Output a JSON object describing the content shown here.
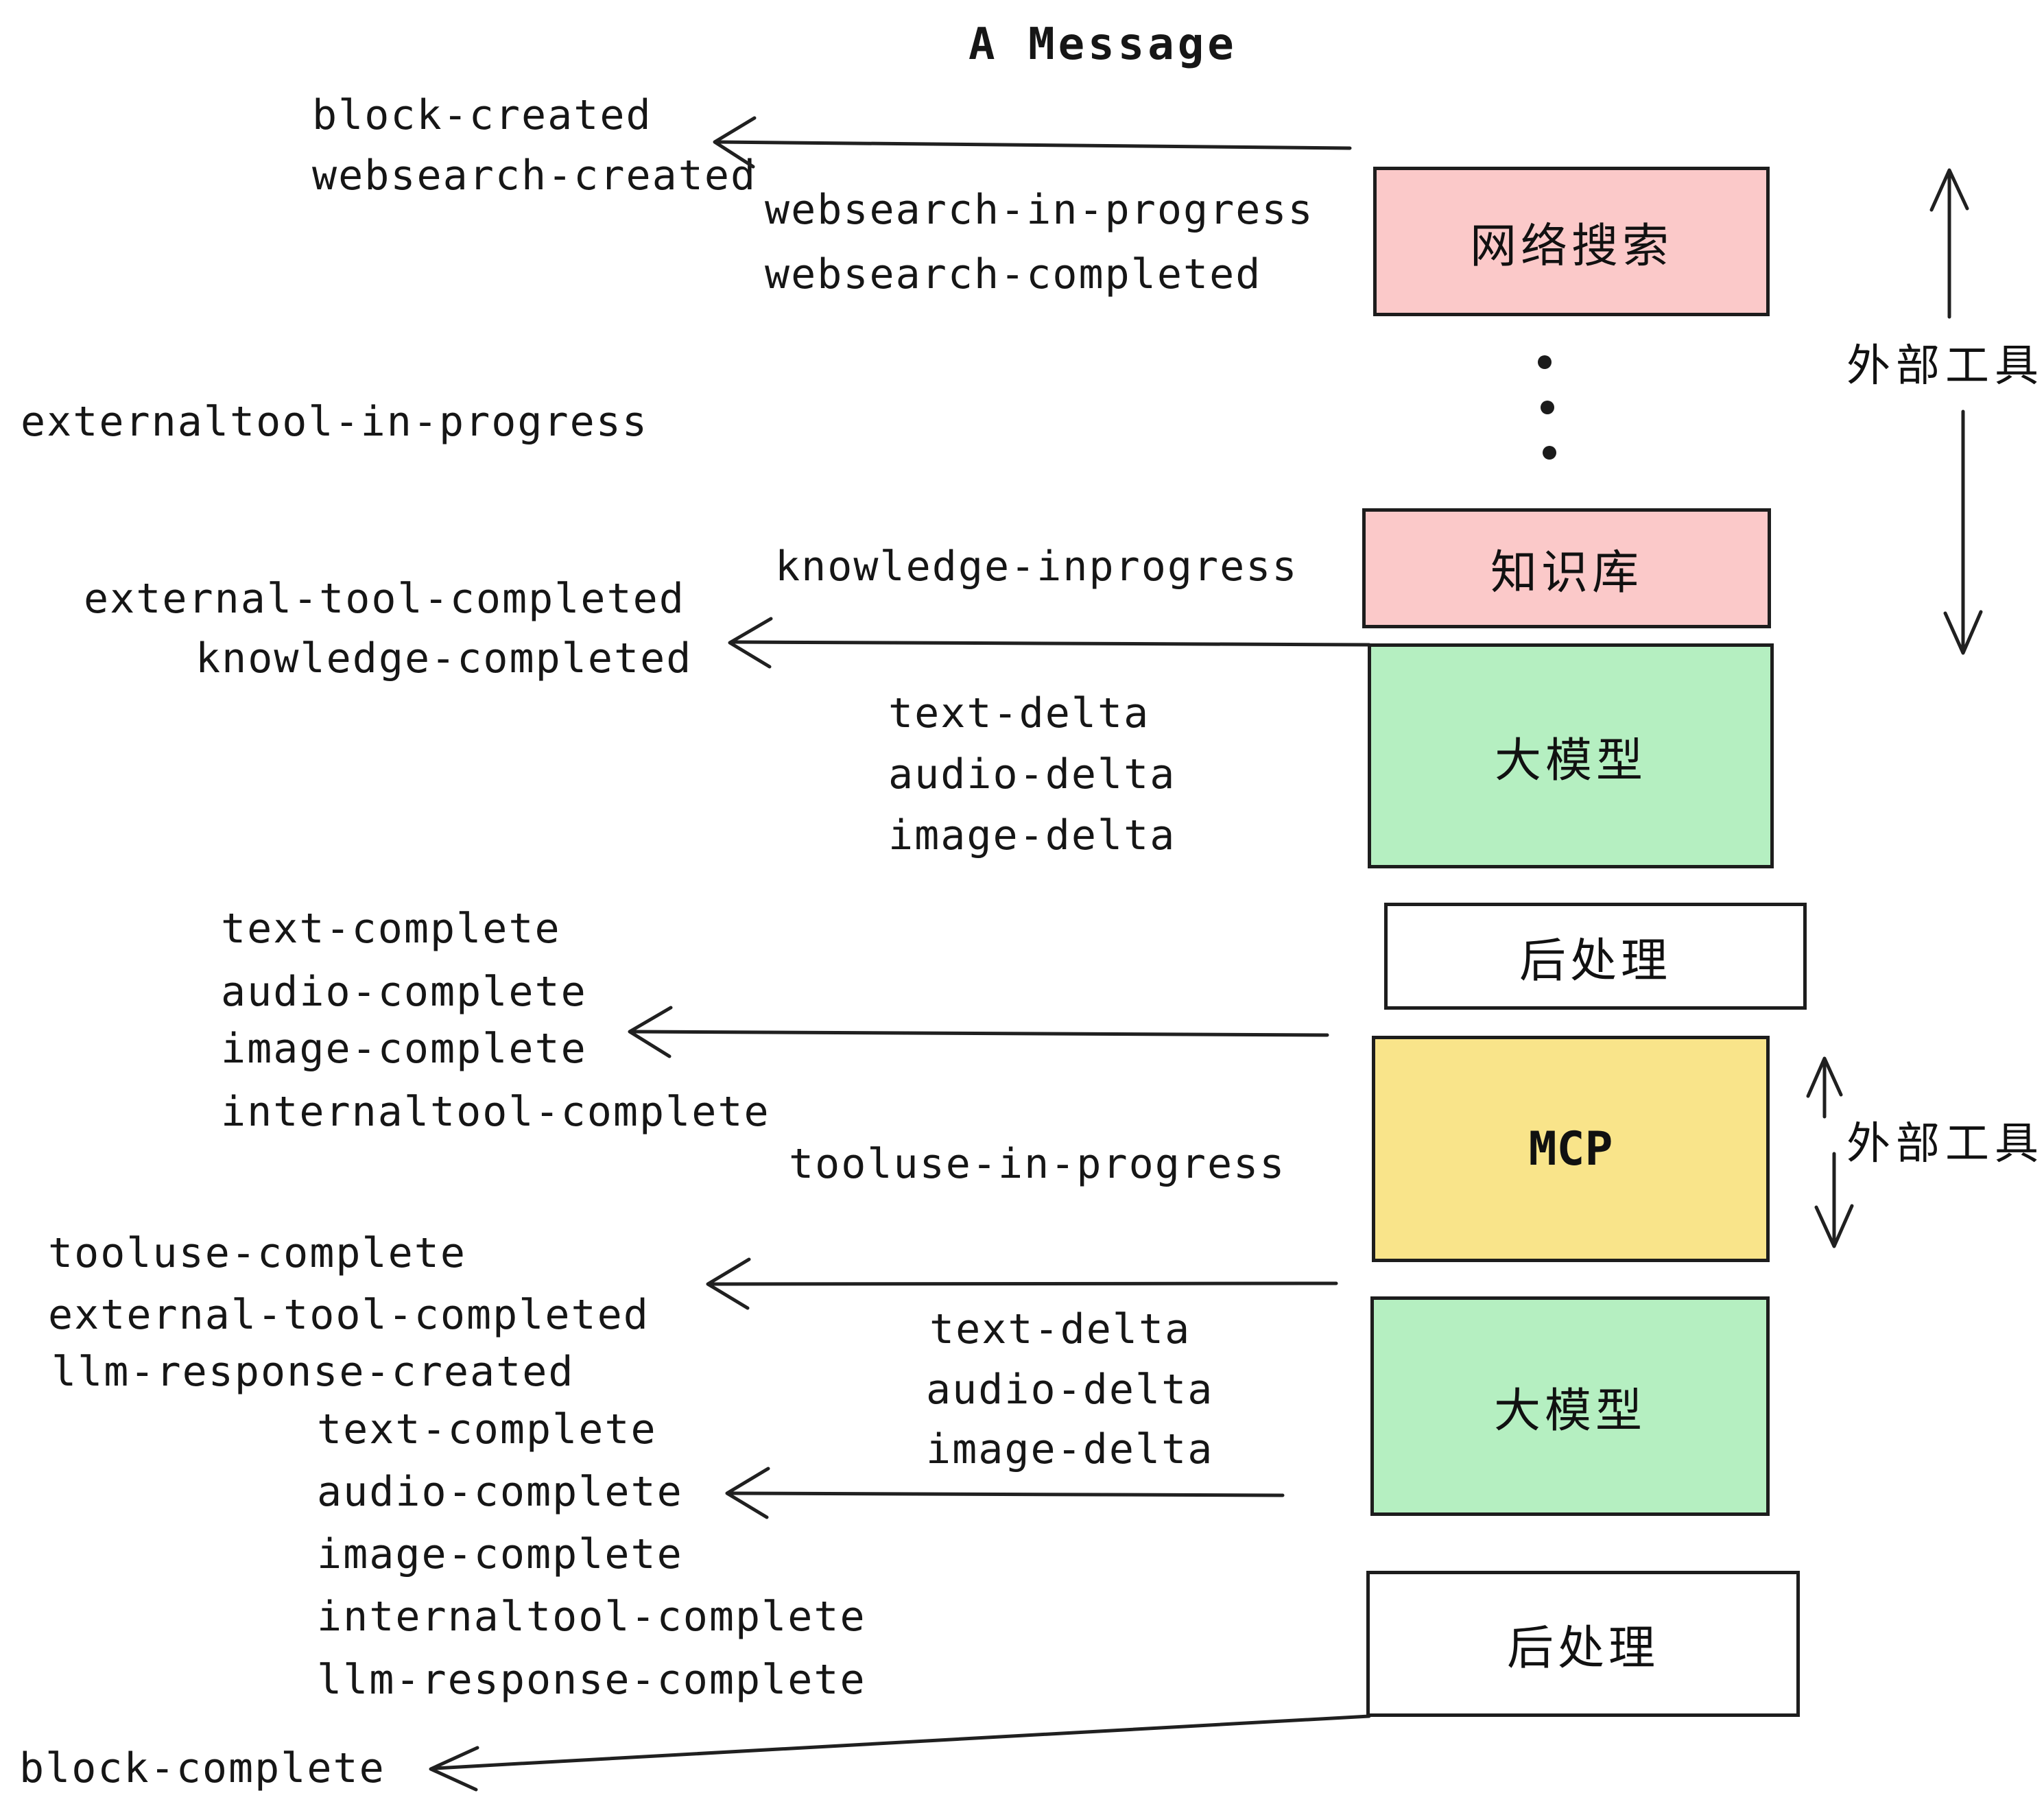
{
  "title": "A Message",
  "boxes": {
    "websearch": "网络搜索",
    "knowledge": "知识库",
    "llm": "大模型",
    "postprocess": "后处理",
    "mcp": "MCP"
  },
  "side_labels": {
    "external_tools": "外部工具"
  },
  "events": {
    "block_created": "block-created",
    "websearch_created": "websearch-created",
    "websearch_in_progress": "websearch-in-progress",
    "websearch_completed": "websearch-completed",
    "externaltool_in_progress": "externaltool-in-progress",
    "knowledge_inprogress": "knowledge-inprogress",
    "external_tool_completed": "external-tool-completed",
    "knowledge_completed": "knowledge-completed",
    "text_delta": "text-delta",
    "audio_delta": "audio-delta",
    "image_delta": "image-delta",
    "text_complete": "text-complete",
    "audio_complete": "audio-complete",
    "image_complete": "image-complete",
    "internaltool_complete": "internaltool-complete",
    "tooluse_in_progress": "tooluse-in-progress",
    "tooluse_complete": "tooluse-complete",
    "llm_response_created": "llm-response-created",
    "llm_response_complete": "llm-response-complete",
    "block_complete": "block-complete"
  },
  "colors": {
    "pink": "#fbc9c9",
    "green": "#b5efc1",
    "yellow": "#f9e48a",
    "white": "#ffffff",
    "border": "#1d1d1d",
    "text": "#161616"
  }
}
